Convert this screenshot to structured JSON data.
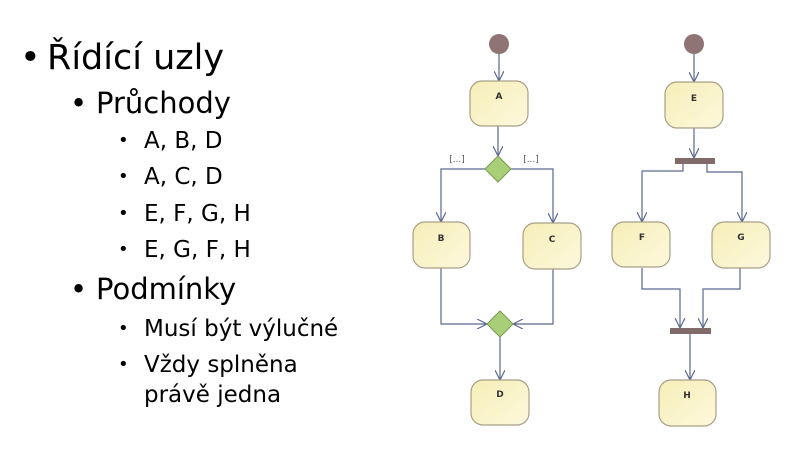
{
  "bullets": {
    "title": "Řídící uzly",
    "passes_heading": "Průchody",
    "passes": [
      "A, B, D",
      "A, C, D",
      "E, F, G, H",
      "E, G, F, H"
    ],
    "conditions_heading": "Podmínky",
    "condition_1": "Musí být výlučné",
    "condition_2_line1": "Vždy splněna",
    "condition_2_line2": "právě jedna"
  },
  "diagram": {
    "nodes": {
      "A": "A",
      "B": "B",
      "C": "C",
      "D": "D",
      "E": "E",
      "F": "F",
      "G": "G",
      "H": "H"
    },
    "guard_left": "[...]",
    "guard_right": "[...]",
    "colors": {
      "node_fill": "#faf3c8",
      "decision": "#a8cf78",
      "bar": "#806a6a",
      "start": "#8e7474",
      "edge": "#5a6890"
    }
  }
}
